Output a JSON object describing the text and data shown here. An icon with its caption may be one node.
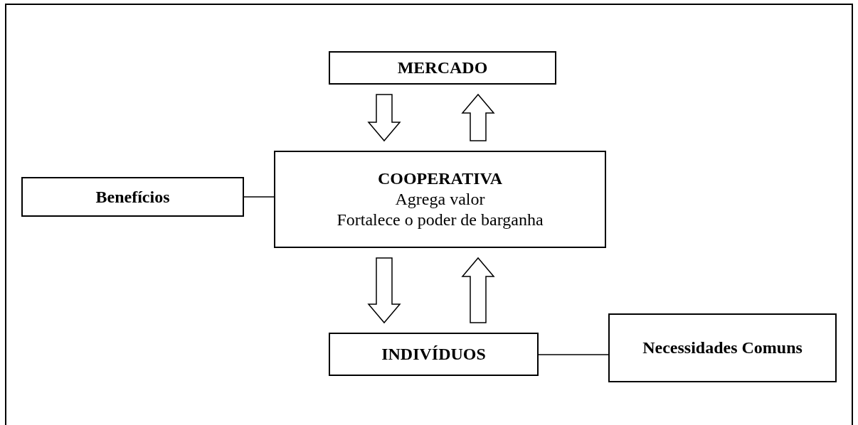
{
  "diagram": {
    "nodes": [
      {
        "text": [
          "MERCADO"
        ]
      },
      {
        "text": [
          "COOPERATIVA",
          "Agrega valor",
          "Fortalece o poder de barganha"
        ]
      },
      {
        "text": [
          "Benefícios"
        ]
      },
      {
        "text": [
          "INDIVÍDUOS"
        ]
      },
      {
        "text": [
          "Necessidades Comuns"
        ]
      }
    ],
    "edges": [
      {
        "from": 0,
        "to": 1,
        "arrow": "to"
      },
      {
        "from": 1,
        "to": 0,
        "arrow": "to"
      },
      {
        "from": 2,
        "to": 1,
        "arrow": "none"
      },
      {
        "from": 1,
        "to": 3,
        "arrow": "to"
      },
      {
        "from": 3,
        "to": 1,
        "arrow": "to"
      },
      {
        "from": 3,
        "to": 4,
        "arrow": "none"
      }
    ]
  }
}
